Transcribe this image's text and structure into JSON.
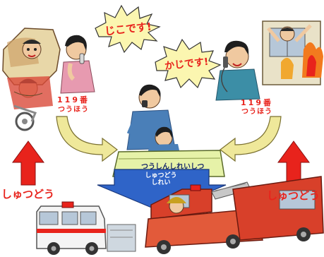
{
  "bubbles": {
    "accident": "じこです!",
    "fire": "かじです!"
  },
  "left_call": {
    "number": "119番",
    "label": "つうほう"
  },
  "right_call": {
    "number": "119番",
    "label": "つうほう"
  },
  "dispatch_room": "つうしんしれいしつ",
  "command_arrow": {
    "line1": "しゅつどう",
    "line2": "しれい"
  },
  "dispatch_left": "しゅつどう",
  "dispatch_right": "しゅつどう",
  "colors": {
    "red": "#e8231c",
    "blue_arrow": "#2f64c8",
    "yellow_arrow": "#efe89a",
    "burst": "#fbf6b0"
  }
}
